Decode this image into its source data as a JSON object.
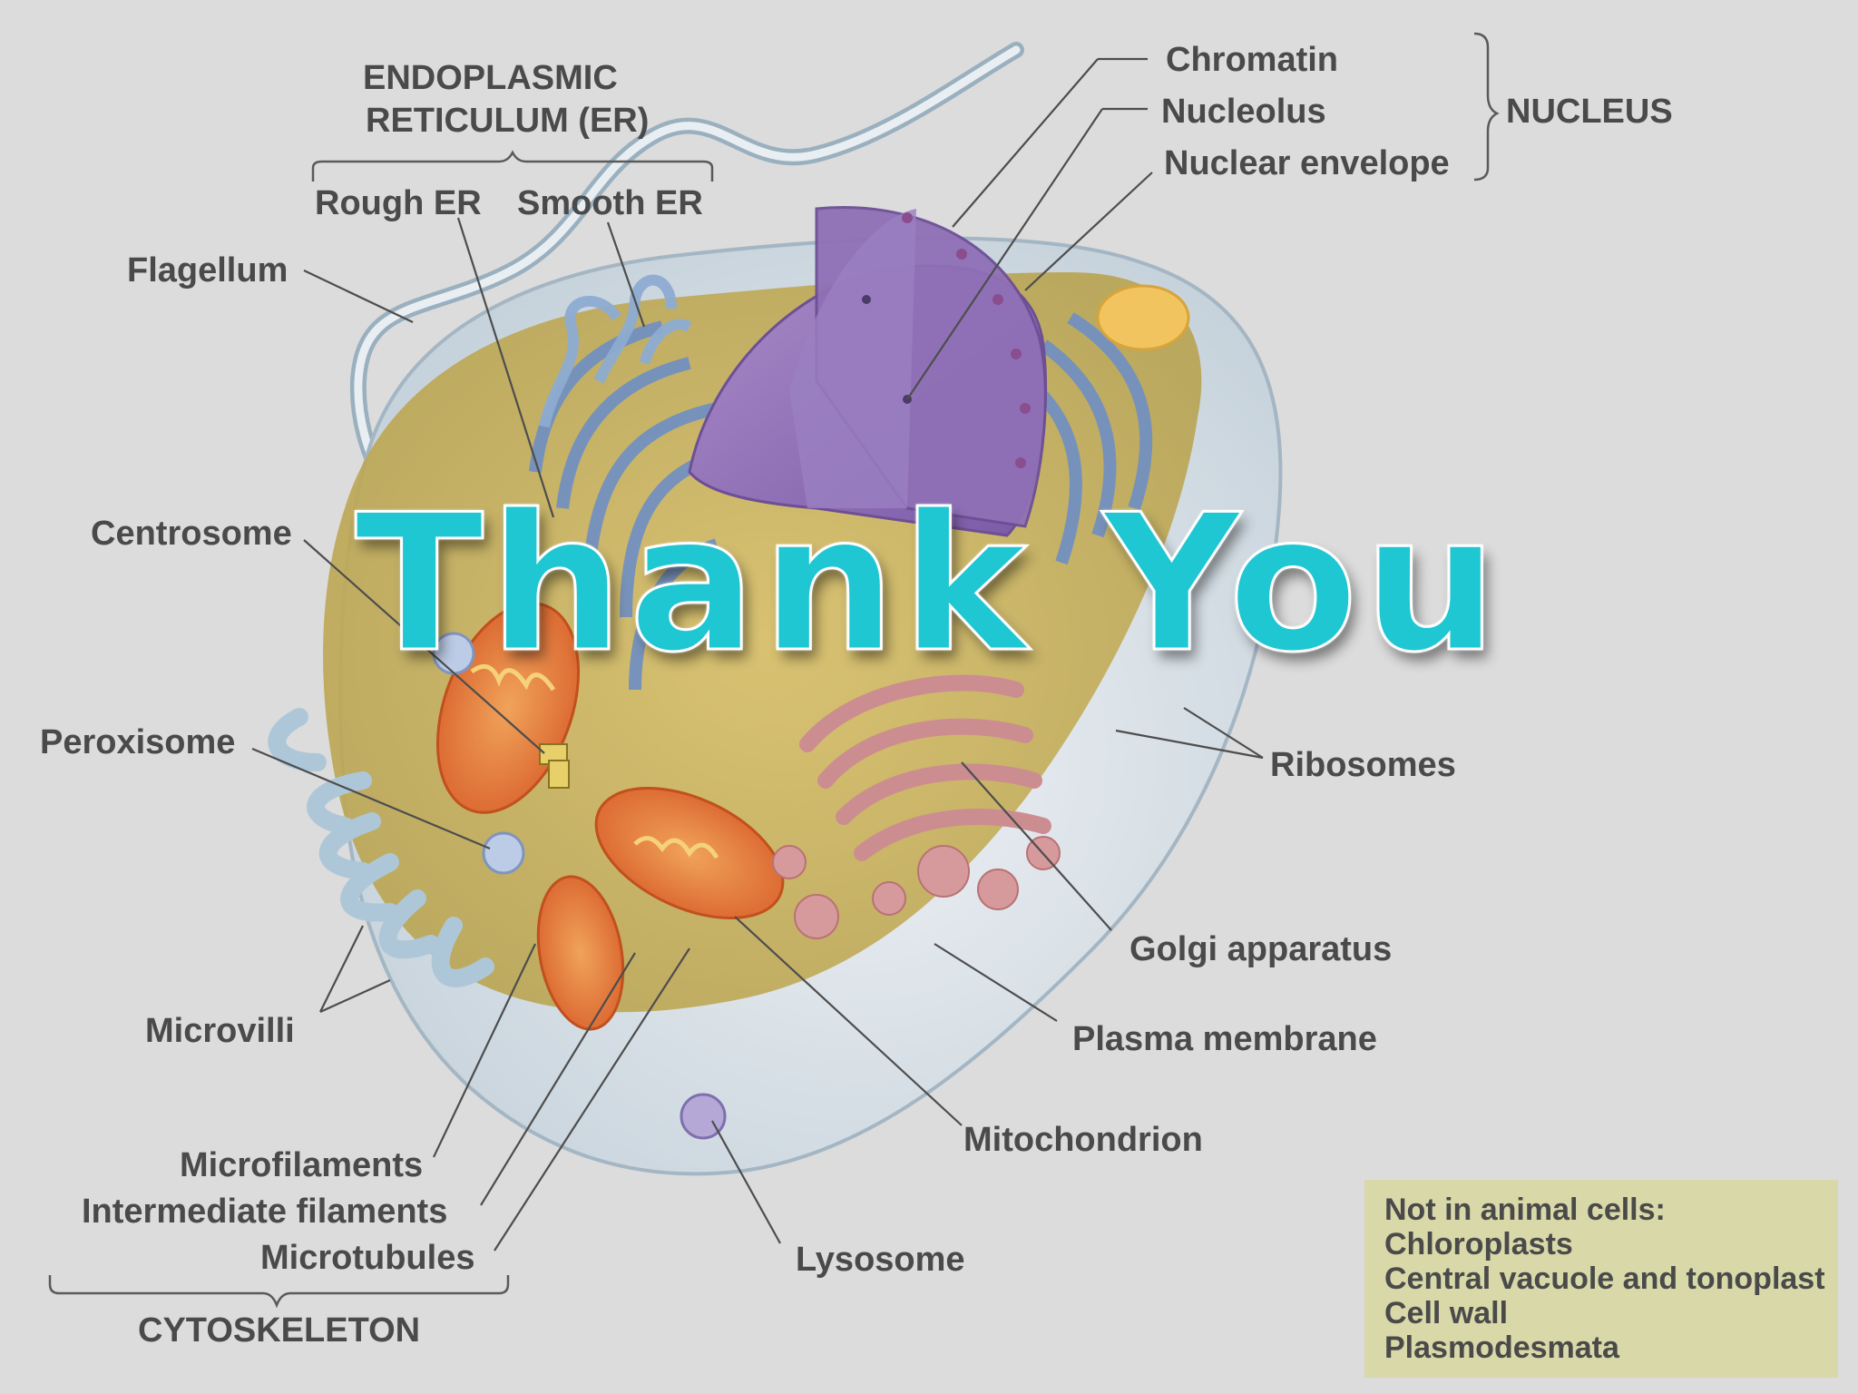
{
  "slide": {
    "headline": "Thank You"
  },
  "diagram": {
    "group_labels": {
      "er_title_line1": "ENDOPLASMIC",
      "er_title_line2": "RETICULUM (ER)",
      "nucleus": "NUCLEUS",
      "cytoskeleton": "CYTOSKELETON"
    },
    "labels": {
      "rough_er": "Rough ER",
      "smooth_er": "Smooth ER",
      "flagellum": "Flagellum",
      "chromatin": "Chromatin",
      "nucleolus": "Nucleolus",
      "nuclear_envelope": "Nuclear envelope",
      "centrosome": "Centrosome",
      "peroxisome": "Peroxisome",
      "ribosomes": "Ribosomes",
      "golgi": "Golgi apparatus",
      "plasma_membrane": "Plasma membrane",
      "microvilli": "Microvilli",
      "mitochondrion": "Mitochondrion",
      "microfilaments": "Microfilaments",
      "intermediate_filaments": "Intermediate filaments",
      "microtubules": "Microtubules",
      "lysosome": "Lysosome"
    },
    "note": {
      "title": "Not in animal cells:",
      "items": [
        "Chloroplasts",
        "Central vacuole and tonoplast",
        "Cell wall",
        "Plasmodesmata"
      ]
    }
  }
}
